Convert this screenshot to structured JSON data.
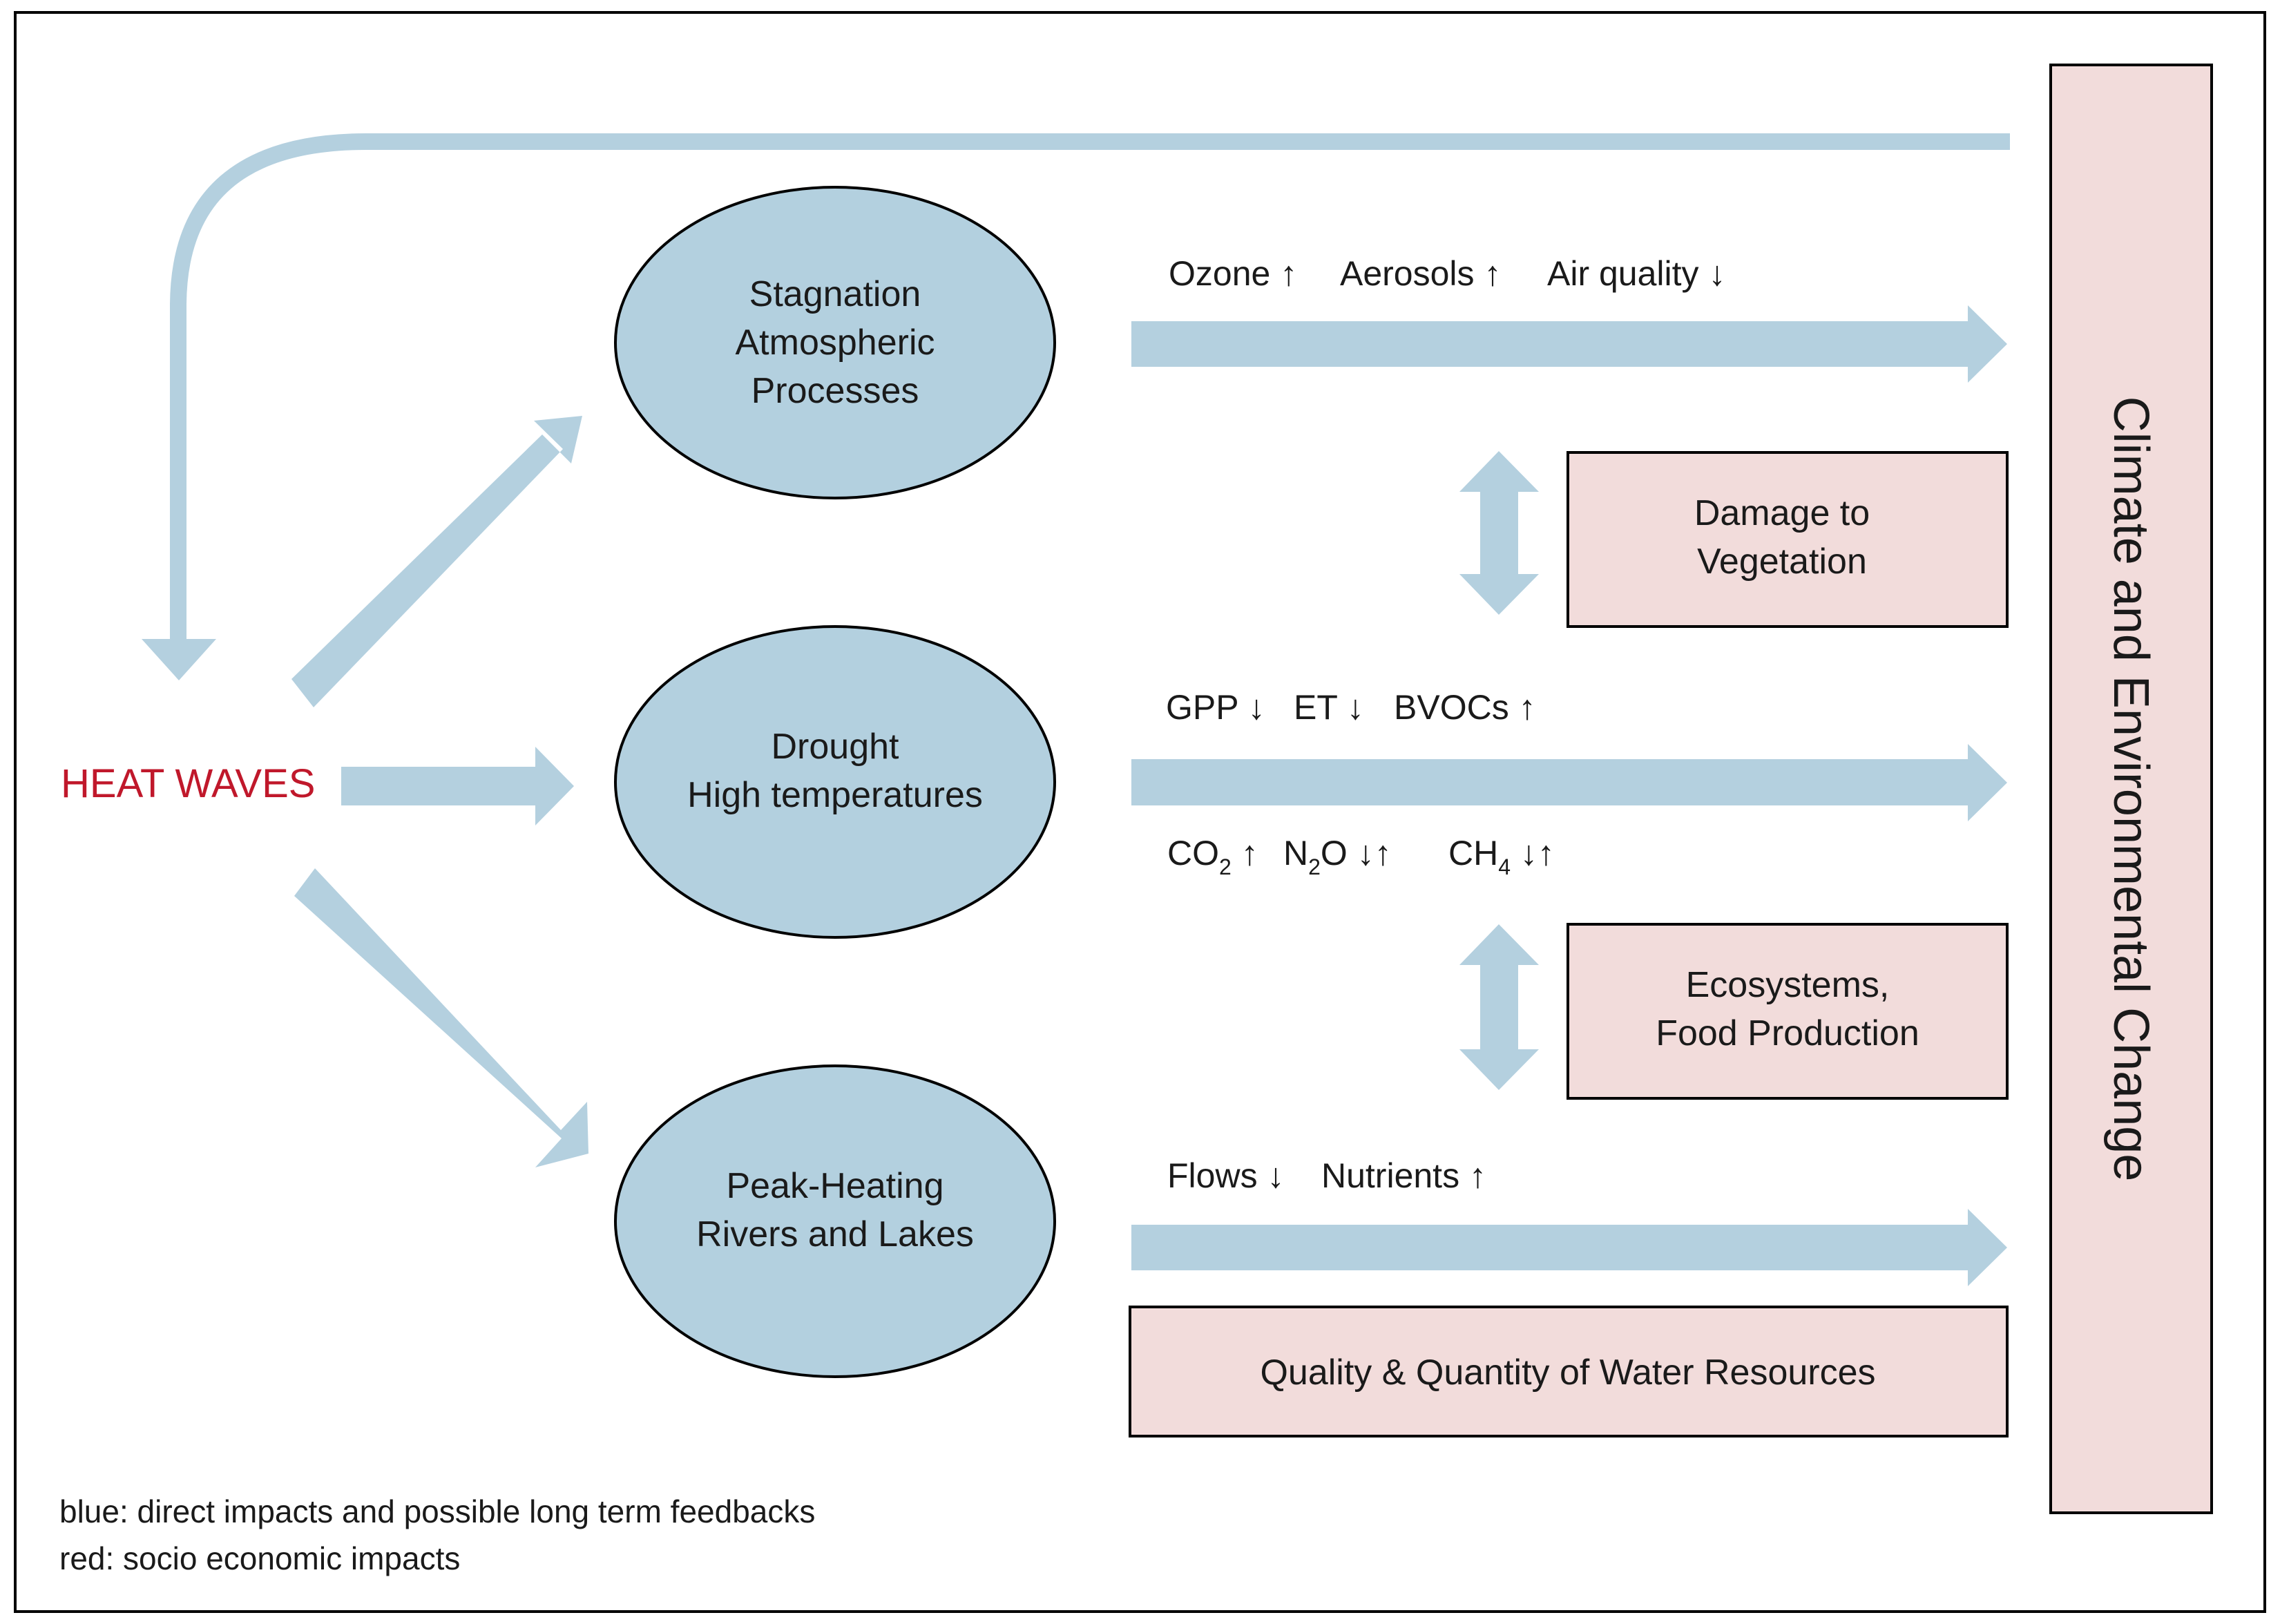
{
  "colors": {
    "arrow_blue": "#b4d0df",
    "ellipse_blue": "#b3d0df",
    "impact_pink": "#f2dcdb",
    "heat_red": "#c0182b",
    "outline": "#000000"
  },
  "source": {
    "label": "HEAT WAVES"
  },
  "processes": [
    {
      "id": "stagnation",
      "lines": [
        "Stagnation",
        "Atmospheric",
        "Processes"
      ]
    },
    {
      "id": "drought",
      "lines": [
        "Drought",
        "High temperatures"
      ]
    },
    {
      "id": "peak-heating",
      "lines": [
        "Peak-Heating",
        "Rivers and Lakes"
      ]
    }
  ],
  "indicators": {
    "atmosphere": [
      {
        "label": "Ozone",
        "trend": "↑"
      },
      {
        "label": "Aerosols",
        "trend": "↑"
      },
      {
        "label": "Air quality",
        "trend": "↓"
      }
    ],
    "vegetation": [
      {
        "label": "GPP",
        "trend": "↓"
      },
      {
        "label": "ET",
        "trend": "↓"
      },
      {
        "label": "BVOCs",
        "trend": "↑"
      }
    ],
    "gases": [
      {
        "base": "CO",
        "sub": "2",
        "trend": "↑"
      },
      {
        "base": "N",
        "sub": "2",
        "suffix": "O",
        "trend": "↓↑"
      },
      {
        "base": "CH",
        "sub": "4",
        "trend": "↓↑"
      }
    ],
    "water": [
      {
        "label": "Flows",
        "trend": "↓"
      },
      {
        "label": "Nutrients",
        "trend": "↑"
      }
    ]
  },
  "impacts": {
    "vegetation": [
      "Damage to",
      "Vegetation"
    ],
    "ecosystems": [
      "Ecosystems,",
      "Food Production"
    ],
    "water": [
      "Quality & Quantity of Water Resources"
    ]
  },
  "outcome": {
    "label": "Climate and Environmental Change"
  },
  "legend": {
    "blue": "blue: direct impacts and possible long term feedbacks",
    "red": "red: socio economic impacts"
  }
}
